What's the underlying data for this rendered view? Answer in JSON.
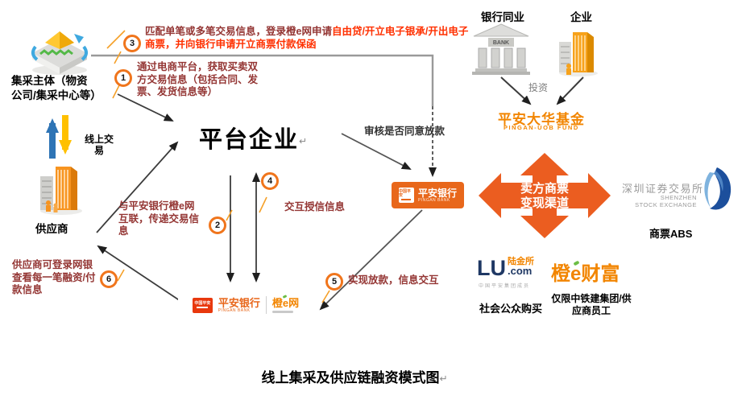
{
  "title": {
    "text": "线上集采及供应链融资模式图",
    "pilcrow": "↵"
  },
  "platform": {
    "label": "平台企业",
    "pilcrow": "↵"
  },
  "left": {
    "jicai_label": "集采主体（物资\n公司/集采中心等）",
    "online_trade": "线上交\n易",
    "supplier_label": "供应商"
  },
  "steps": {
    "s1": {
      "num": "1",
      "text": "通过电商平台，获取买卖双\n方交易信息（包括合同、发\n票、发货信息等）"
    },
    "s2": {
      "num": "2",
      "text": "与平安银行橙e网\n互联，传递交易信\n息"
    },
    "s3": {
      "num": "3",
      "dark": "匹配单笔或多笔交易信息，登录橙e网申请",
      "red": "自由贷/开立电子银承/开出电子商票，并向银行申请开立商票付款保函"
    },
    "s4": {
      "num": "4",
      "text": "交互授信信息"
    },
    "s5": {
      "num": "5",
      "text": "实现放款，信息交互"
    },
    "s6": {
      "num": "6",
      "text": "供应商可登录网银\n查看每一笔融资/付\n款信息"
    }
  },
  "review": "审核是否同意放款",
  "pingan_box": {
    "brand": "中国平安",
    "name": "平安银行",
    "sub": "PINGAN BANK"
  },
  "pingan_bottom": {
    "brand": "中国平安",
    "name": "平安银行",
    "sub": "PINGAN BANK",
    "orange_e": "橙e网"
  },
  "topright": {
    "bank_label": "银行同业",
    "bank_sign": "BANK",
    "company_label": "企业",
    "invest": "投资",
    "fund": "平安大华基金",
    "fund_sub": "PINGAN-UOB FUND"
  },
  "cross": {
    "text": "卖方商票\n变现渠道"
  },
  "szse": {
    "cn": "深圳证券交易所",
    "en": "SHENZHEN\nSTOCK EXCHANGE",
    "abs": "商票ABS"
  },
  "lu": {
    "lu": "LU",
    "cn": "陆金所",
    "com": ".com",
    "member": "中国平安集团成员",
    "caption": "社会公众购买"
  },
  "chengE": {
    "c1": "橙",
    "c2": "e",
    "c3": "财富",
    "caption": "仅限中铁建集团/供\n应商员工"
  },
  "colors": {
    "accent_orange": "#EB5D20",
    "box_orange": "#E8671B",
    "step_maroon": "#943634",
    "highlight_red": "#FF3000",
    "fund_orange": "#F28500",
    "lu_navy": "#1F3864",
    "arrow_blue": "#2E74B5",
    "arrow_yellow": "#FFC000",
    "szse_blue": "#1C4F9C"
  }
}
